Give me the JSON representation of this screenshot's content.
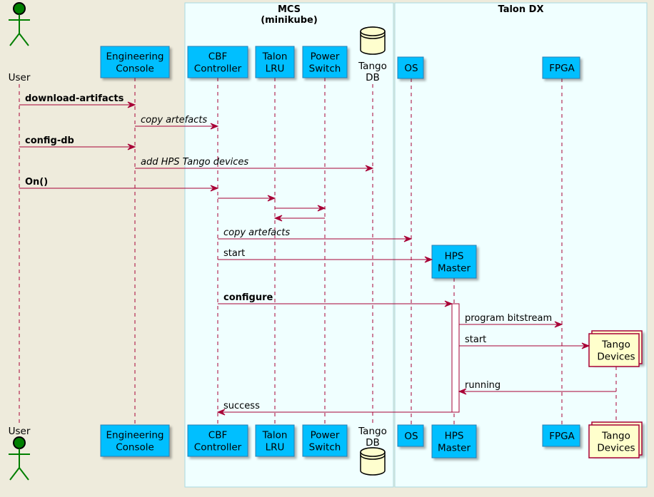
{
  "groups": [
    {
      "id": "mcs",
      "title_lines": [
        "MCS",
        "(minikube)"
      ]
    },
    {
      "id": "talon",
      "title_lines": [
        "Talon DX"
      ]
    }
  ],
  "participants": [
    {
      "id": "user",
      "kind": "actor",
      "label_lines": [
        "User"
      ]
    },
    {
      "id": "console",
      "kind": "box",
      "label_lines": [
        "Engineering",
        "Console"
      ]
    },
    {
      "id": "cbf",
      "kind": "box",
      "label_lines": [
        "CBF",
        "Controller"
      ]
    },
    {
      "id": "lru",
      "kind": "box",
      "label_lines": [
        "Talon",
        "LRU"
      ]
    },
    {
      "id": "power",
      "kind": "box",
      "label_lines": [
        "Power",
        "Switch"
      ]
    },
    {
      "id": "tangodb",
      "kind": "database",
      "label_lines": [
        "Tango",
        "DB"
      ]
    },
    {
      "id": "os",
      "kind": "box",
      "label_lines": [
        "OS"
      ]
    },
    {
      "id": "hps",
      "kind": "box",
      "label_lines": [
        "HPS",
        "Master"
      ],
      "created": true
    },
    {
      "id": "fpga",
      "kind": "box",
      "label_lines": [
        "FPGA"
      ]
    },
    {
      "id": "devices",
      "kind": "collection",
      "label_lines": [
        "Tango",
        "Devices"
      ],
      "created": true
    }
  ],
  "messages": [
    {
      "from": "user",
      "to": "console",
      "label": "download-artifacts",
      "style": "bold"
    },
    {
      "from": "console",
      "to": "cbf",
      "label": "copy artefacts",
      "style": "italic"
    },
    {
      "from": "user",
      "to": "console",
      "label": "config-db",
      "style": "bold"
    },
    {
      "from": "console",
      "to": "tangodb",
      "label": "add HPS Tango devices",
      "style": "italic"
    },
    {
      "from": "user",
      "to": "cbf",
      "label": "On()",
      "style": "bold"
    },
    {
      "from": "cbf",
      "to": "lru",
      "label": "",
      "style": "normal"
    },
    {
      "from": "lru",
      "to": "power",
      "label": "",
      "style": "normal"
    },
    {
      "from": "power",
      "to": "lru",
      "label": "",
      "style": "normal"
    },
    {
      "from": "cbf",
      "to": "os",
      "label": "copy artefacts",
      "style": "italic"
    },
    {
      "from": "cbf",
      "to": "hps",
      "label": "start",
      "style": "normal",
      "creates": true
    },
    {
      "from": "cbf",
      "to": "hps",
      "label": "configure",
      "style": "bold"
    },
    {
      "from": "hps",
      "to": "fpga",
      "label": "program bitstream",
      "style": "normal"
    },
    {
      "from": "hps",
      "to": "devices",
      "label": "start",
      "style": "normal",
      "creates": true
    },
    {
      "from": "devices",
      "to": "hps",
      "label": "running",
      "style": "normal"
    },
    {
      "from": "hps",
      "to": "cbf",
      "label": "success",
      "style": "normal"
    }
  ],
  "colors": {
    "background": "#EEEBDC",
    "group_fill": "#F0FFFF",
    "group_border": "#A8D8E0",
    "participant_fill": "#00BFFF",
    "participant_border": "#2B7FB3",
    "database_fill": "#FEFECE",
    "collection_fill": "#FFFFCC",
    "collection_border": "#A80036",
    "actor_fill": "#007F00",
    "arrow": "#A80036",
    "lifeline": "#A80036",
    "activation_fill": "#FFFFFF"
  }
}
